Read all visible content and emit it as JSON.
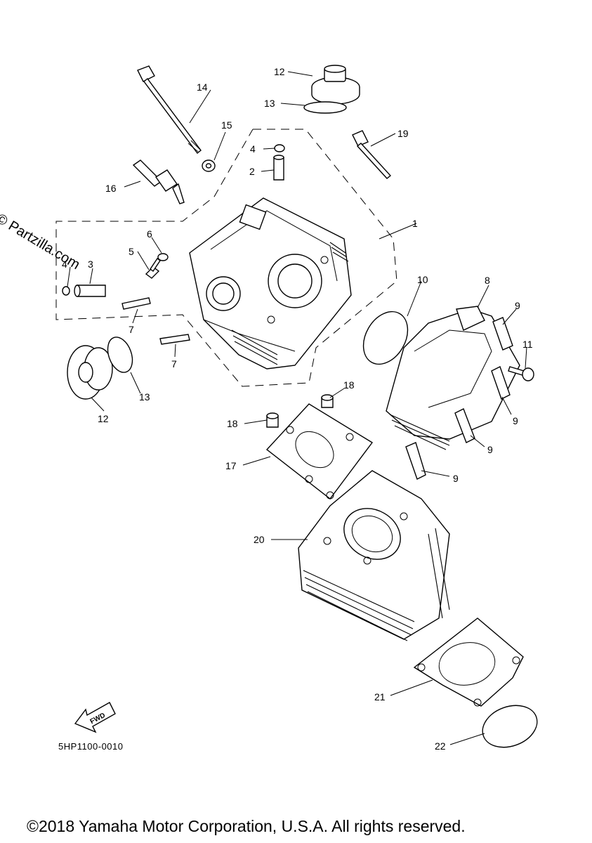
{
  "watermark": "© Partzilla.com",
  "diagram_code": "5HP1100-0010",
  "copyright": "©2018 Yamaha Motor Corporation, U.S.A. All rights reserved.",
  "fwd_label": "FWD",
  "callouts": {
    "c1": "1",
    "c2": "2",
    "c3": "3",
    "c4a": "4",
    "c4b": "4",
    "c5": "5",
    "c6": "6",
    "c7a": "7",
    "c7b": "7",
    "c8": "8",
    "c9a": "9",
    "c9b": "9",
    "c9c": "9",
    "c9d": "9",
    "c10": "10",
    "c11": "11",
    "c12a": "12",
    "c12b": "12",
    "c13a": "13",
    "c13b": "13",
    "c14": "14",
    "c15": "15",
    "c16": "16",
    "c17": "17",
    "c18a": "18",
    "c18b": "18",
    "c19": "19",
    "c20": "20",
    "c21": "21",
    "c22": "22"
  },
  "icons": [
    "fwd-arrow-icon"
  ]
}
